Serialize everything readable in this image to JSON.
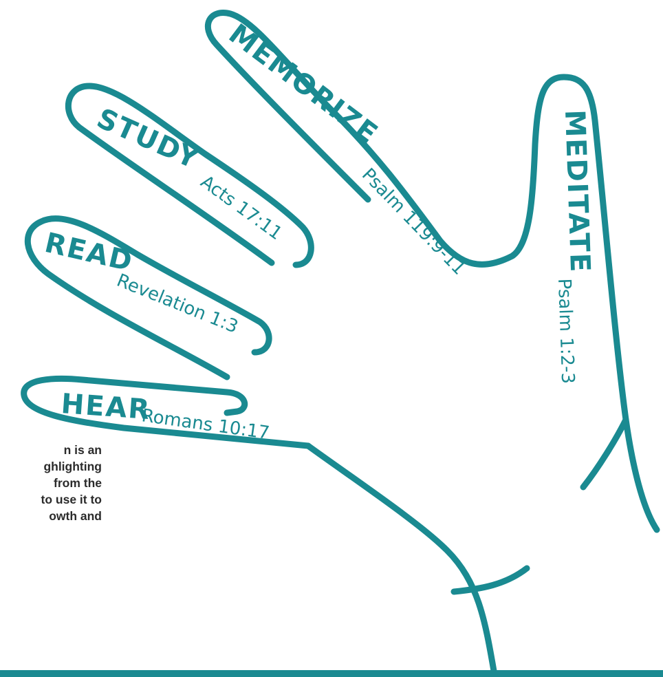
{
  "colors": {
    "accent": "#1a8a91",
    "text": "#2b2b2b",
    "background": "#ffffff"
  },
  "fingers": {
    "hear": {
      "word": "HEAR",
      "ref": "Romans 10:17"
    },
    "read": {
      "word": "READ",
      "ref": "Revelation 1:3"
    },
    "study": {
      "word": "STUDY",
      "ref": "Acts 17:11"
    },
    "memorize": {
      "word": "MEMORIZE",
      "ref": "Psalm 119:9-11"
    },
    "meditate": {
      "word": "MEDITATE",
      "ref": "Psalm 1:2-3"
    }
  },
  "intro": {
    "lines": [
      "n is an",
      "ghlighting",
      "from the",
      "to use it to",
      "owth and"
    ]
  }
}
